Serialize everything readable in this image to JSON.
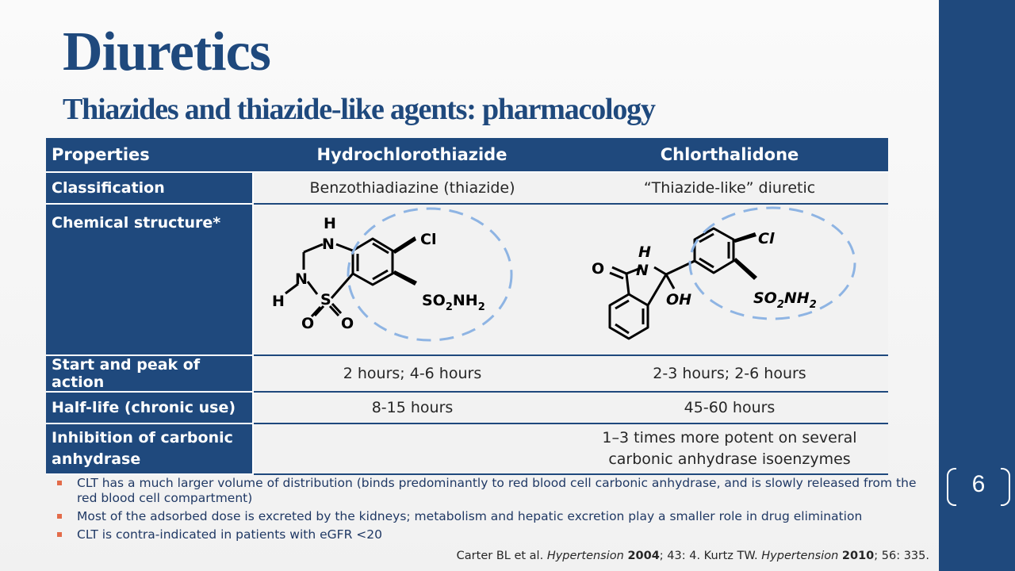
{
  "slide": {
    "title": "Diuretics",
    "subtitle": "Thiazides and thiazide-like agents: pharmacology",
    "page_number": "6"
  },
  "table": {
    "headers": [
      "Properties",
      "Hydrochlorothiazide",
      "Chlorthalidone"
    ],
    "rows": [
      {
        "label": "Classification",
        "hctz": "Benzothiadiazine (thiazide)",
        "clt": "“Thiazide-like” diuretic"
      },
      {
        "label": "Chemical structure*",
        "hctz": "",
        "clt": ""
      },
      {
        "label": "Start and peak of action",
        "hctz": "2 hours; 4-6 hours",
        "clt": "2-3 hours; 2-6 hours"
      },
      {
        "label": "Half-life (chronic use)",
        "hctz": "8-15 hours",
        "clt": "45-60 hours"
      },
      {
        "label": "Inhibition of carbonic anhydrase",
        "hctz": "",
        "clt": "1–3 times more potent on several carbonic anhydrase isoenzymes"
      }
    ]
  },
  "structures": {
    "hctz": {
      "h_top": "H",
      "n_top": "N",
      "cl": "Cl",
      "n_left": "N",
      "h_left": "H",
      "s": "S",
      "o1": "O",
      "o2": "O",
      "so2": "SO",
      "so2_sub": "2",
      "nh2": "NH",
      "nh2_sub": "2"
    },
    "clt": {
      "o": "O",
      "h": "H",
      "n": "N",
      "oh": "OH",
      "cl": "Cl",
      "so2": "SO",
      "so2_sub": "2",
      "nh2": "NH",
      "nh2_sub": "2"
    }
  },
  "bullets": [
    "CLT has a much larger volume of distribution (binds predominantly to red blood cell carbonic anhydrase, and is slowly released from the red blood cell compartment)",
    "Most of the adsorbed dose is excreted by the kidneys; metabolism and hepatic excretion play a smaller role in drug elimination",
    "CLT is contra-indicated in patients with eGFR <20"
  ],
  "reference": {
    "a1": "Carter BL et al. ",
    "j1": "Hypertension",
    "y1": "2004",
    "r1": "; 43: 4. Kurtz TW. ",
    "j2": "Hypertension",
    "y2": "2010",
    "r2": "; 56: 335."
  },
  "colors": {
    "primary": "#1f497d",
    "cell_bg": "#f2f2f2",
    "bullet": "#e36c4a",
    "circle": "#8eb4e3"
  }
}
